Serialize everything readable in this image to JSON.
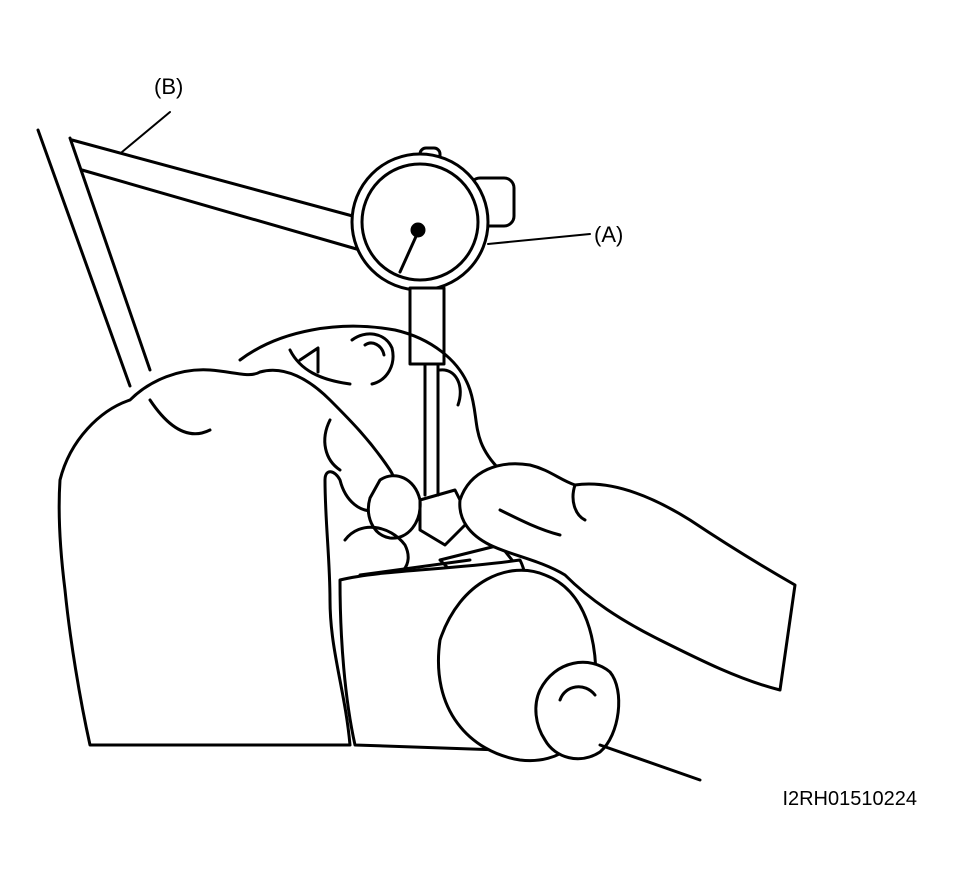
{
  "figure": {
    "callouts": {
      "a": "(A)",
      "b": "(B)"
    },
    "figure_id": "I2RH01510224"
  }
}
